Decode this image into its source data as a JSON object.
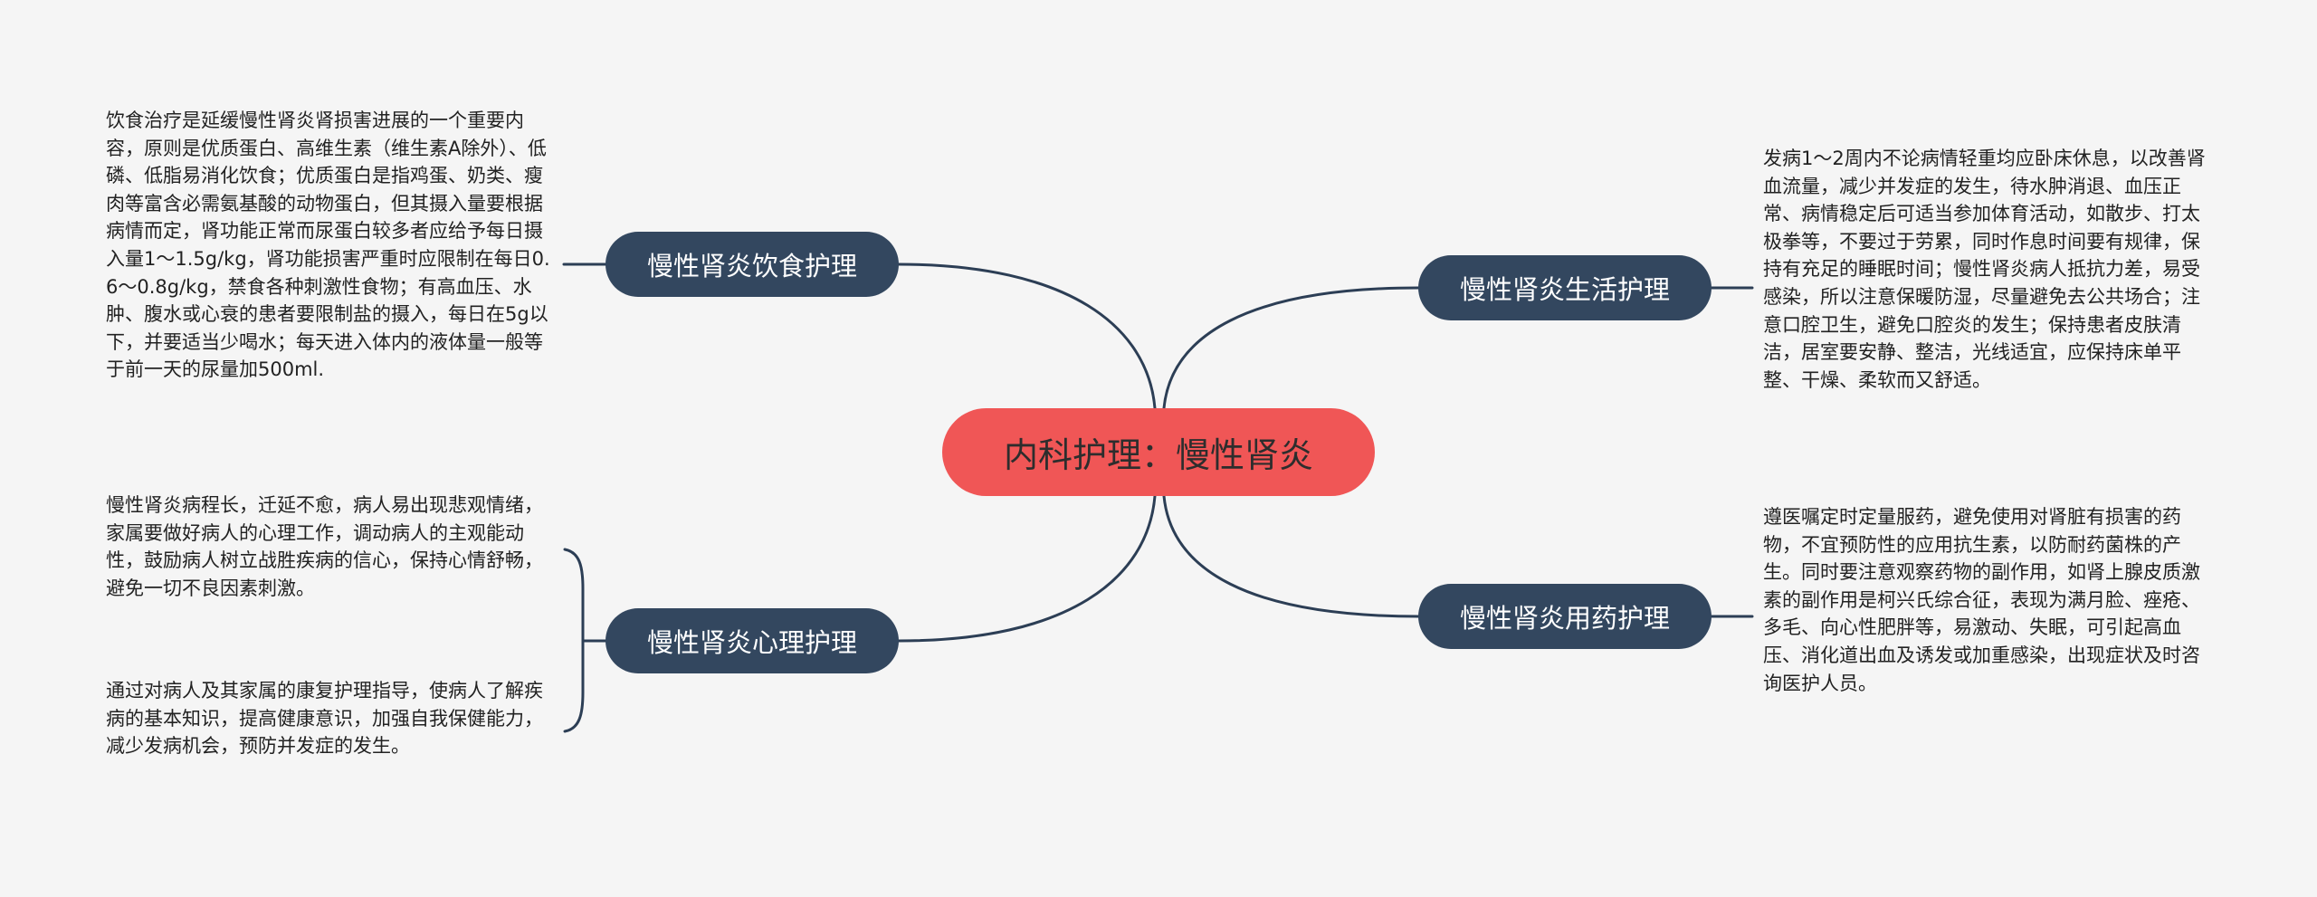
{
  "mindmap": {
    "root": {
      "label": "内科护理：慢性肾炎",
      "color": "#f05656"
    },
    "branch_color": "#33475f",
    "line_color": "#2c3e55",
    "background": "#f5f5f5",
    "branches": [
      {
        "id": "diet",
        "side": "left",
        "label": "慢性肾炎饮食护理",
        "notes": [
          "饮食治疗是延缓慢性肾炎肾损害进展的一个重要内容，原则是优质蛋白、高维生素（维生素A除外）、低磷、低脂易消化饮食；优质蛋白是指鸡蛋、奶类、瘦肉等富含必需氨基酸的动物蛋白，但其摄入量要根据病情而定，肾功能正常而尿蛋白较多者应给予每日摄入量1～1.5g/kg，肾功能损害严重时应限制在每日0.6～0.8g/kg，禁食各种刺激性食物；有高血压、水肿、腹水或心衰的患者要限制盐的摄入，每日在5g以下，并要适当少喝水；每天进入体内的液体量一般等于前一天的尿量加500ml."
        ]
      },
      {
        "id": "psych",
        "side": "left",
        "label": "慢性肾炎心理护理",
        "notes": [
          "慢性肾炎病程长，迁延不愈，病人易出现悲观情绪，家属要做好病人的心理工作，调动病人的主观能动性，鼓励病人树立战胜疾病的信心，保持心情舒畅，避免一切不良因素刺激。",
          "通过对病人及其家属的康复护理指导，使病人了解疾病的基本知识，提高健康意识，加强自我保健能力，减少发病机会，预防并发症的发生。"
        ]
      },
      {
        "id": "life",
        "side": "right",
        "label": "慢性肾炎生活护理",
        "notes": [
          "发病1～2周内不论病情轻重均应卧床休息，以改善肾血流量，减少并发症的发生，待水肿消退、血压正常、病情稳定后可适当参加体育活动，如散步、打太极拳等，不要过于劳累，同时作息时间要有规律，保持有充足的睡眠时间；慢性肾炎病人抵抗力差，易受感染，所以注意保暖防湿，尽量避免去公共场合；注意口腔卫生，避免口腔炎的发生；保持患者皮肤清洁，居室要安静、整洁，光线适宜，应保持床单平整、干燥、柔软而又舒适。"
        ]
      },
      {
        "id": "drug",
        "side": "right",
        "label": "慢性肾炎用药护理",
        "notes": [
          "遵医嘱定时定量服药，避免使用对肾脏有损害的药物，不宜预防性的应用抗生素，以防耐药菌株的产生。同时要注意观察药物的副作用，如肾上腺皮质激素的副作用是柯兴氏综合征，表现为满月脸、痤疮、多毛、向心性肥胖等，易激动、失眠，可引起高血压、消化道出血及诱发或加重感染，出现症状及时咨询医护人员。"
        ]
      }
    ]
  }
}
